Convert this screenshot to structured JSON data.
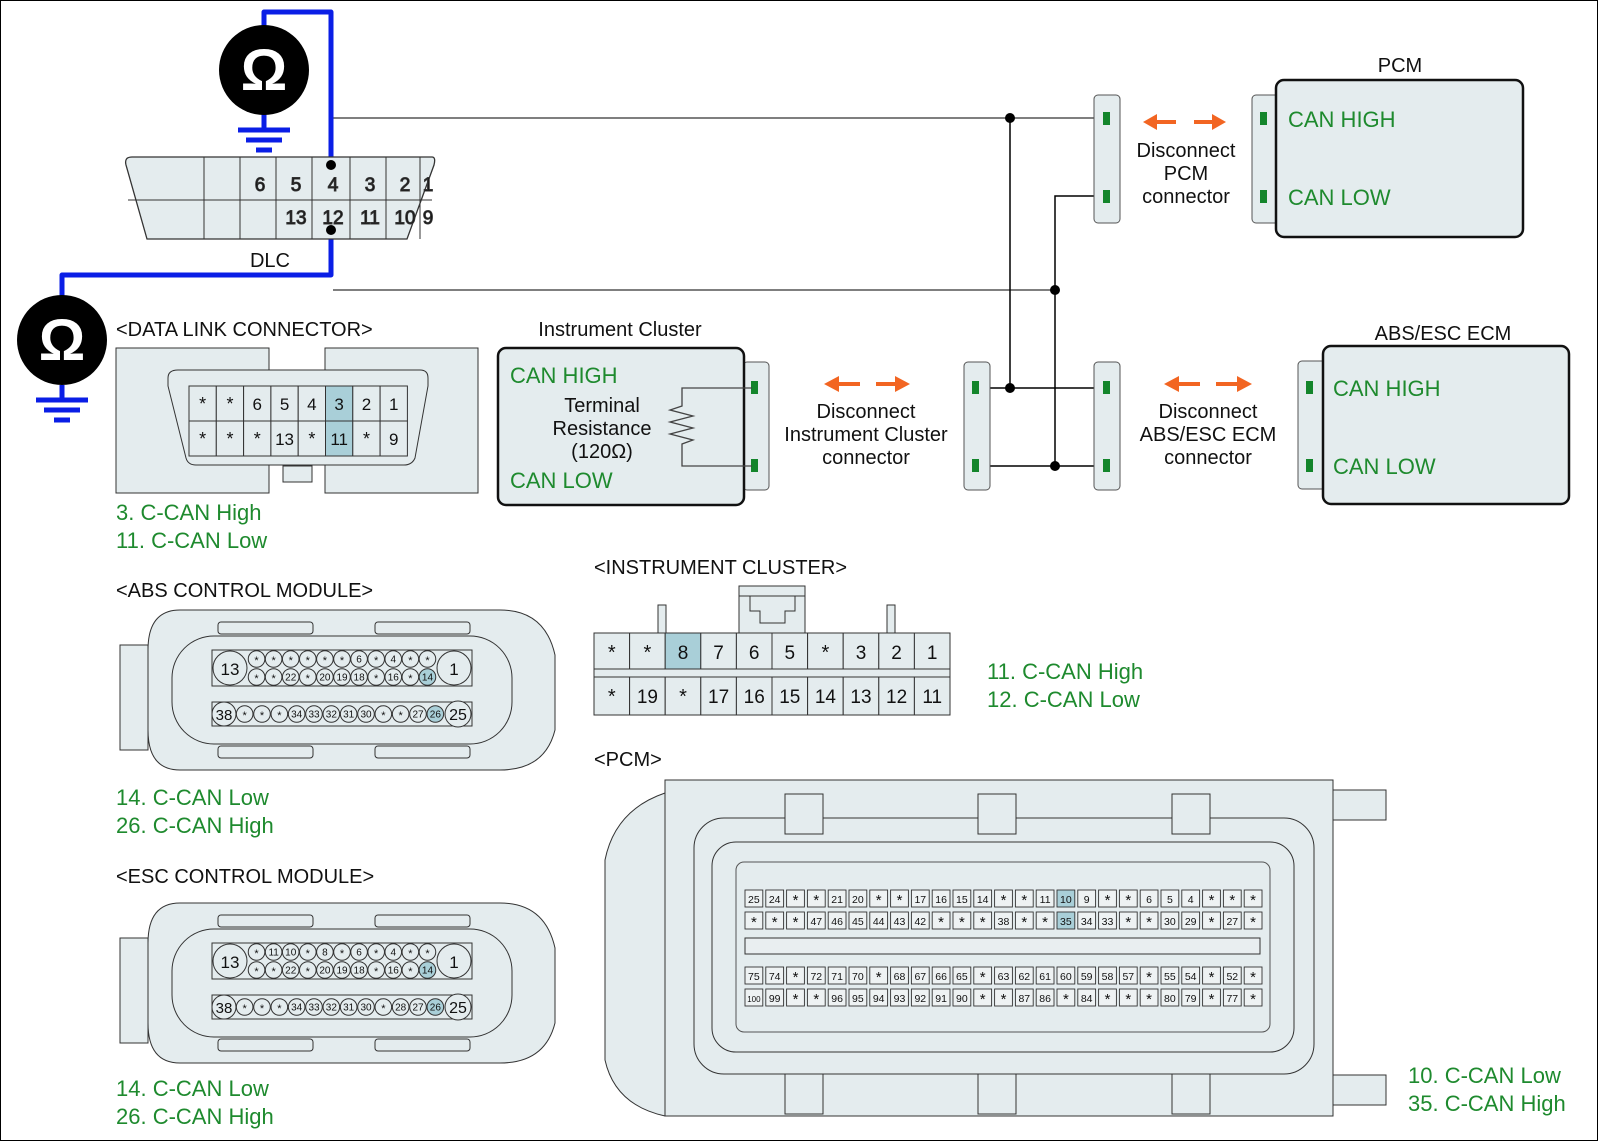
{
  "colors": {
    "wire_probe": "#0a1ee6",
    "can_label": "#1e8a2e",
    "arrow": "#f26522",
    "highlight_pin": "#a9cfd8",
    "body_fill": "#e4ecee",
    "pin_green": "#13852b"
  },
  "meter_icons": [
    {
      "name": "ohmmeter-icon",
      "symbol": "Ω"
    },
    {
      "name": "ground-icon"
    }
  ],
  "dlc": {
    "label": "DLC",
    "top_pins": [
      "",
      "",
      "6",
      "5",
      "4",
      "3",
      "2",
      "1"
    ],
    "bottom_pins": [
      "",
      "",
      "",
      "13",
      "12",
      "11",
      "10",
      "9"
    ]
  },
  "modules": {
    "pcm": {
      "title": "PCM",
      "can_high": "CAN HIGH",
      "can_low": "CAN LOW",
      "disconnect": [
        "Disconnect",
        "PCM",
        "connector"
      ]
    },
    "cluster": {
      "title": "Instrument Cluster",
      "can_high": "CAN HIGH",
      "can_low": "CAN LOW",
      "resistance": [
        "Terminal",
        "Resistance",
        "(120Ω)"
      ],
      "disconnect": [
        "Disconnect",
        "Instrument Cluster",
        "connector"
      ]
    },
    "abs_esc": {
      "title": "ABS/ESC ECM",
      "can_high": "CAN HIGH",
      "can_low": "CAN LOW",
      "disconnect": [
        "Disconnect",
        "ABS/ESC ECM",
        "connector"
      ]
    }
  },
  "connectors": {
    "data_link": {
      "title": "<DATA LINK CONNECTOR>",
      "rows": [
        [
          "*",
          "*",
          "6",
          "5",
          "4",
          "3",
          "2",
          "1"
        ],
        [
          "*",
          "*",
          "*",
          "13",
          "*",
          "11",
          "*",
          "9"
        ]
      ],
      "highlight": [
        "3",
        "11"
      ],
      "notes": [
        "3. C-CAN High",
        "11. C-CAN Low"
      ]
    },
    "abs": {
      "title": "<ABS CONTROL MODULE>",
      "big_left_top": "13",
      "big_right_top": "1",
      "row1": [
        "*",
        "*",
        "*",
        "*",
        "*",
        "*",
        "6",
        "*",
        "4",
        "*",
        "*"
      ],
      "row2": [
        "*",
        "*",
        "22",
        "*",
        "20",
        "19",
        "18",
        "*",
        "16",
        "*",
        "14"
      ],
      "big_left_bottom": "38",
      "big_right_bottom": "25",
      "row3": [
        "*",
        "*",
        "*",
        "34",
        "33",
        "32",
        "31",
        "30",
        "*",
        "*",
        "27",
        "26"
      ],
      "highlight": [
        "14",
        "26"
      ],
      "notes": [
        "14. C-CAN Low",
        "26. C-CAN High"
      ]
    },
    "esc": {
      "title": "<ESC CONTROL MODULE>",
      "big_left_top": "13",
      "big_right_top": "1",
      "row1": [
        "*",
        "11",
        "10",
        "*",
        "8",
        "*",
        "6",
        "*",
        "4",
        "*",
        "*"
      ],
      "row2": [
        "*",
        "*",
        "22",
        "*",
        "20",
        "19",
        "18",
        "*",
        "16",
        "*",
        "14"
      ],
      "big_left_bottom": "38",
      "big_right_bottom": "25",
      "row3": [
        "*",
        "*",
        "*",
        "34",
        "33",
        "32",
        "31",
        "30",
        "*",
        "28",
        "27",
        "26"
      ],
      "highlight": [
        "14",
        "26"
      ],
      "notes": [
        "14. C-CAN Low",
        "26. C-CAN High"
      ]
    },
    "instrument_cluster": {
      "title": "<INSTRUMENT CLUSTER>",
      "rows": [
        [
          "*",
          "*",
          "8",
          "7",
          "6",
          "5",
          "*",
          "3",
          "2",
          "1"
        ],
        [
          "*",
          "19",
          "*",
          "17",
          "16",
          "15",
          "14",
          "13",
          "12",
          "11"
        ]
      ],
      "highlight": [
        "8"
      ],
      "notes": [
        "11. C-CAN High",
        "12. C-CAN Low"
      ]
    },
    "pcm": {
      "title": "<PCM>",
      "rows": [
        [
          "25",
          "24",
          "*",
          "*",
          "21",
          "20",
          "*",
          "*",
          "17",
          "16",
          "15",
          "14",
          "*",
          "*",
          "11",
          "10",
          "9",
          "*",
          "*",
          "6",
          "5",
          "4",
          "*",
          "*",
          "*"
        ],
        [
          "*",
          "*",
          "*",
          "47",
          "46",
          "45",
          "44",
          "43",
          "42",
          "*",
          "*",
          "*",
          "38",
          "*",
          "*",
          "35",
          "34",
          "33",
          "*",
          "*",
          "30",
          "29",
          "*",
          "27",
          "*"
        ],
        [
          "75",
          "74",
          "*",
          "72",
          "71",
          "70",
          "*",
          "68",
          "67",
          "66",
          "65",
          "*",
          "63",
          "62",
          "61",
          "60",
          "59",
          "58",
          "57",
          "*",
          "55",
          "54",
          "*",
          "52",
          "*"
        ],
        [
          "100",
          "99",
          "*",
          "*",
          "96",
          "95",
          "94",
          "93",
          "92",
          "91",
          "90",
          "*",
          "*",
          "87",
          "86",
          "*",
          "84",
          "*",
          "*",
          "*",
          "80",
          "79",
          "*",
          "77",
          "*"
        ]
      ],
      "highlight": [
        "10",
        "35"
      ],
      "notes": [
        "10. C-CAN Low",
        "35. C-CAN High"
      ]
    }
  }
}
